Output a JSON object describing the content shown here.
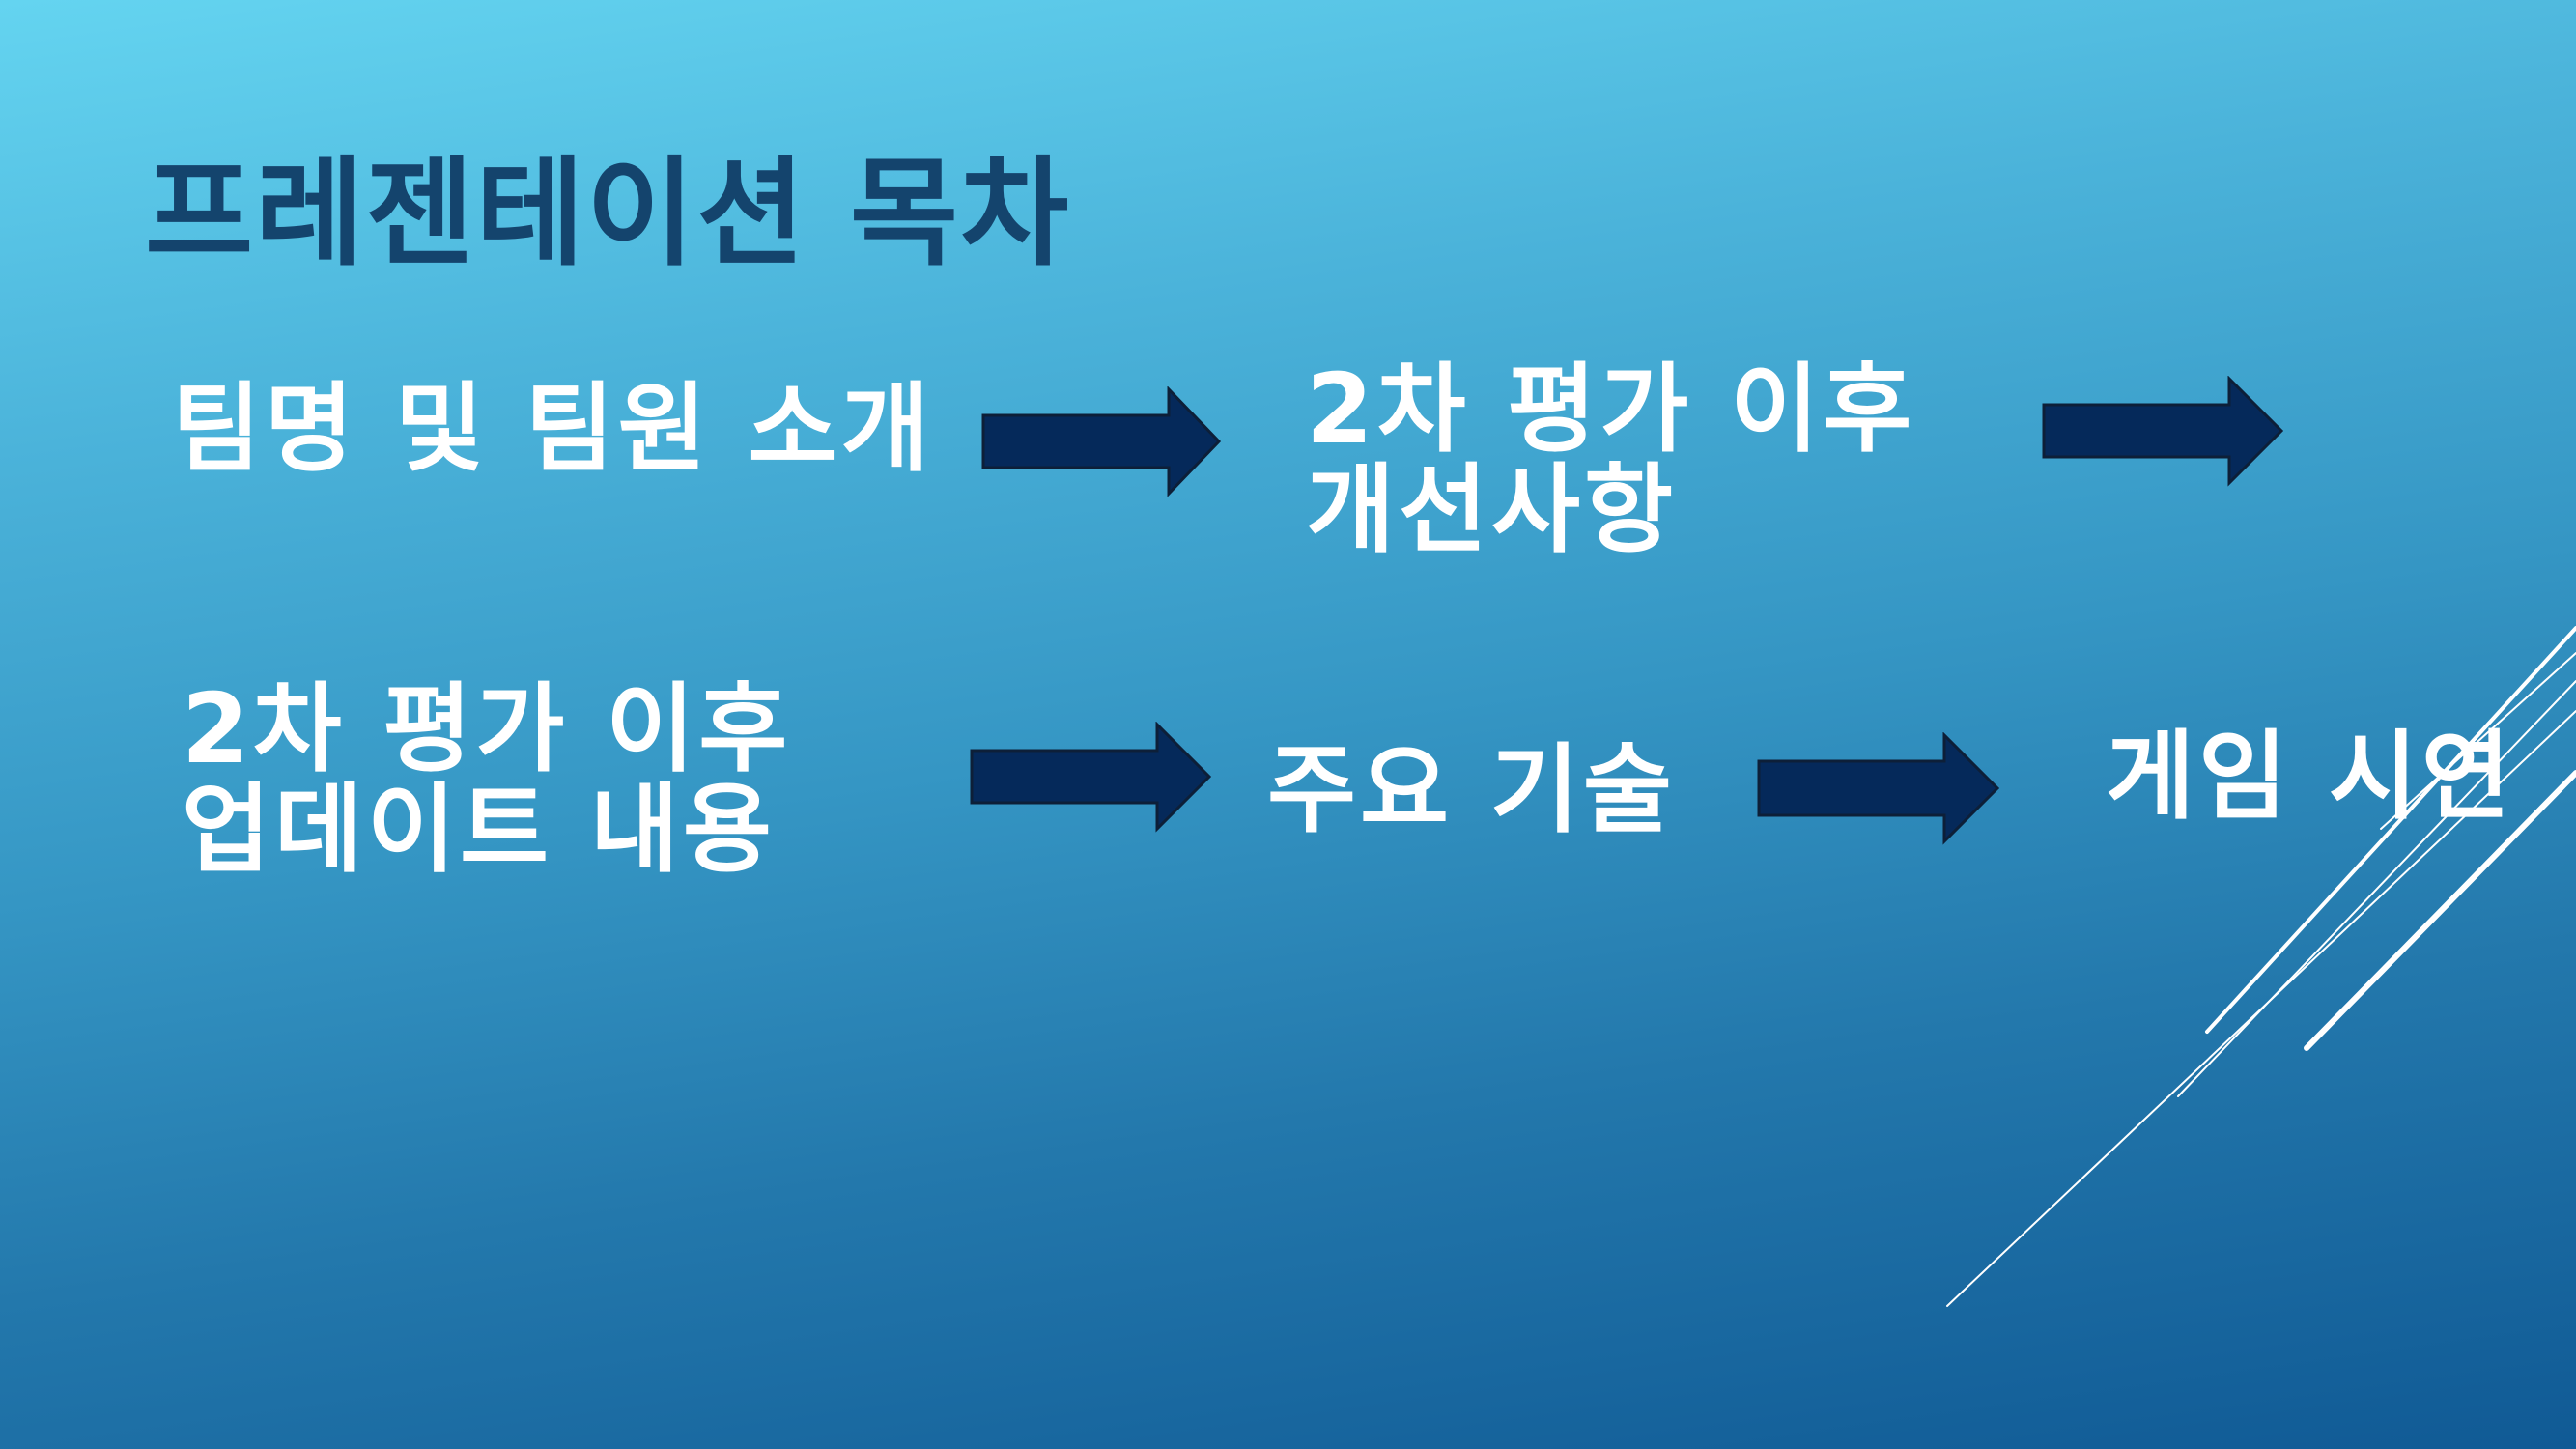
{
  "slide": {
    "title": "프레젠테이션 목차",
    "items": {
      "team_intro": "팀명 및 팀원 소개",
      "improvements": {
        "line1": "2차 평가 이후",
        "line2": "개선사항"
      },
      "updates": {
        "line1": "2차 평가 이후",
        "line2": "업데이트 내용"
      },
      "key_tech": "주요 기술",
      "game_demo": "게임 시연"
    },
    "colors": {
      "title": "#14446d",
      "text": "#ffffff",
      "arrow_fill": "#05295a",
      "arrow_stroke": "#0d1f38",
      "gradient_top": "#64d4f0",
      "gradient_bottom": "#105a95"
    },
    "icons": [
      "right-arrow-icon"
    ]
  }
}
